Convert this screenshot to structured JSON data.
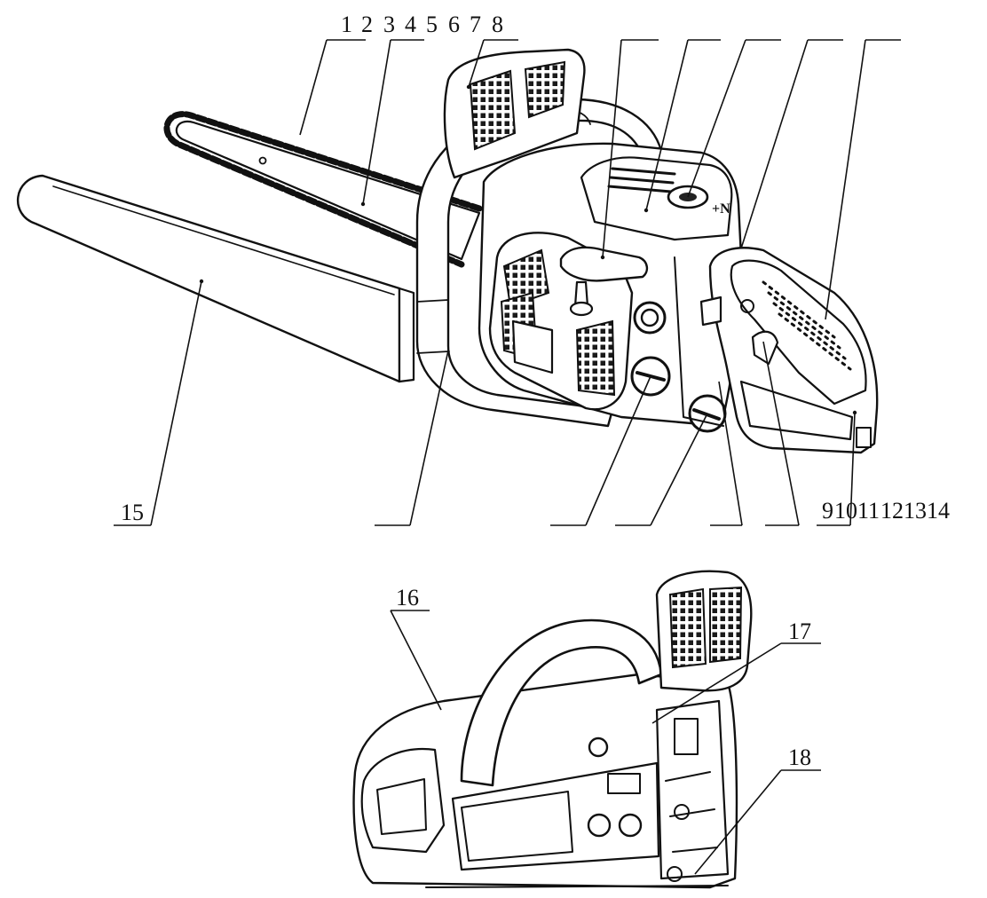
{
  "labels": {
    "top_row": [
      "1",
      "2",
      "3",
      "4",
      "5",
      "6",
      "7",
      "8"
    ],
    "bottom_row": [
      "9",
      "10",
      "11",
      "12",
      "13",
      "14"
    ],
    "item_15": "15",
    "item_16": "16",
    "item_17": "17",
    "item_18": "18"
  },
  "colors": {
    "ink": "#111111",
    "paper": "#ffffff"
  }
}
